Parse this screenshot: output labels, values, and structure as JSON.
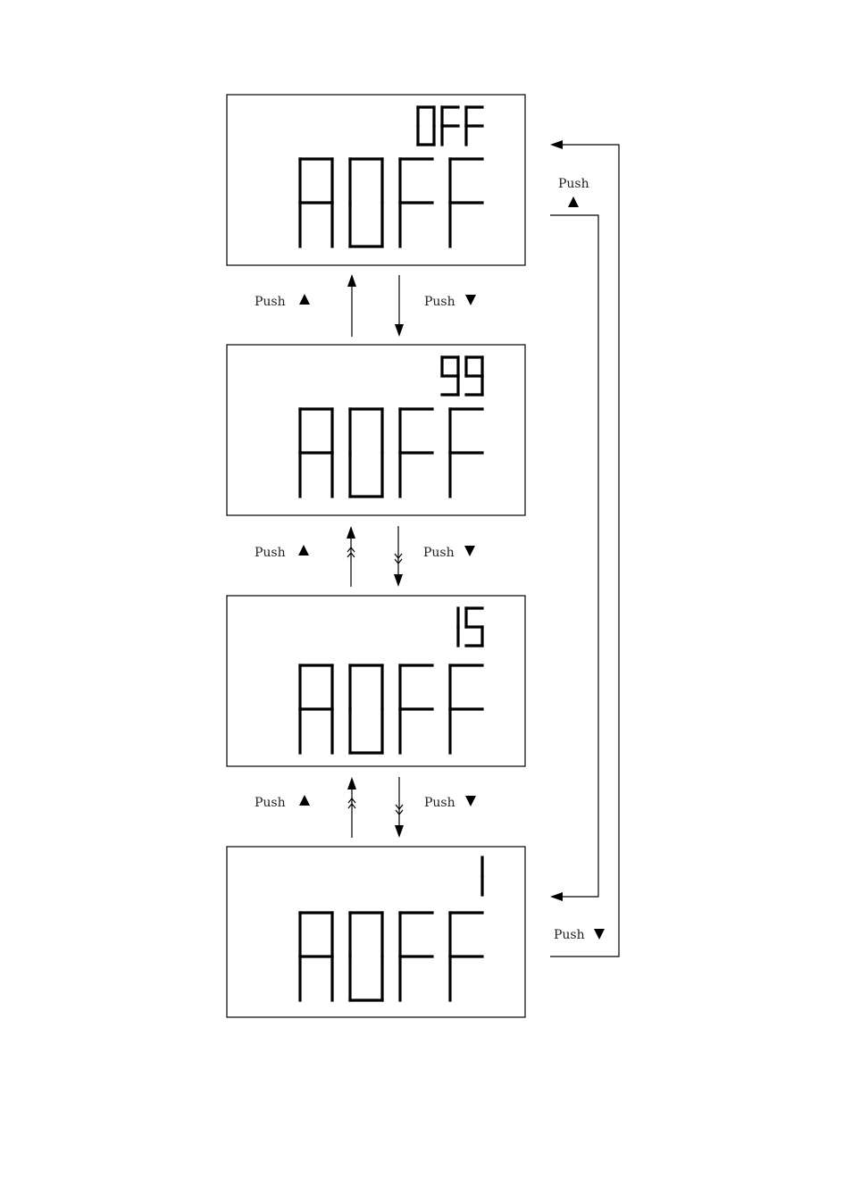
{
  "displays": [
    {
      "main": "AOFF",
      "value": "OFF"
    },
    {
      "main": "AOFF",
      "value": "99"
    },
    {
      "main": "AOFF",
      "value": "15"
    },
    {
      "main": "AOFF",
      "value": "1"
    }
  ],
  "push_label": "Push",
  "transitions": [
    {
      "between": [
        "OFF",
        "99"
      ],
      "up": "Push ▲",
      "down": "Push ▼"
    },
    {
      "between": [
        "99",
        "15"
      ],
      "up": "Push ▲",
      "down": "Push ▼"
    },
    {
      "between": [
        "15",
        "1"
      ],
      "up": "Push ▲",
      "down": "Push ▼"
    }
  ],
  "wraparound": [
    {
      "from": "OFF",
      "to": "1",
      "label": "Push ▲"
    },
    {
      "from": "1",
      "to": "OFF",
      "label": "Push ▼"
    }
  ]
}
